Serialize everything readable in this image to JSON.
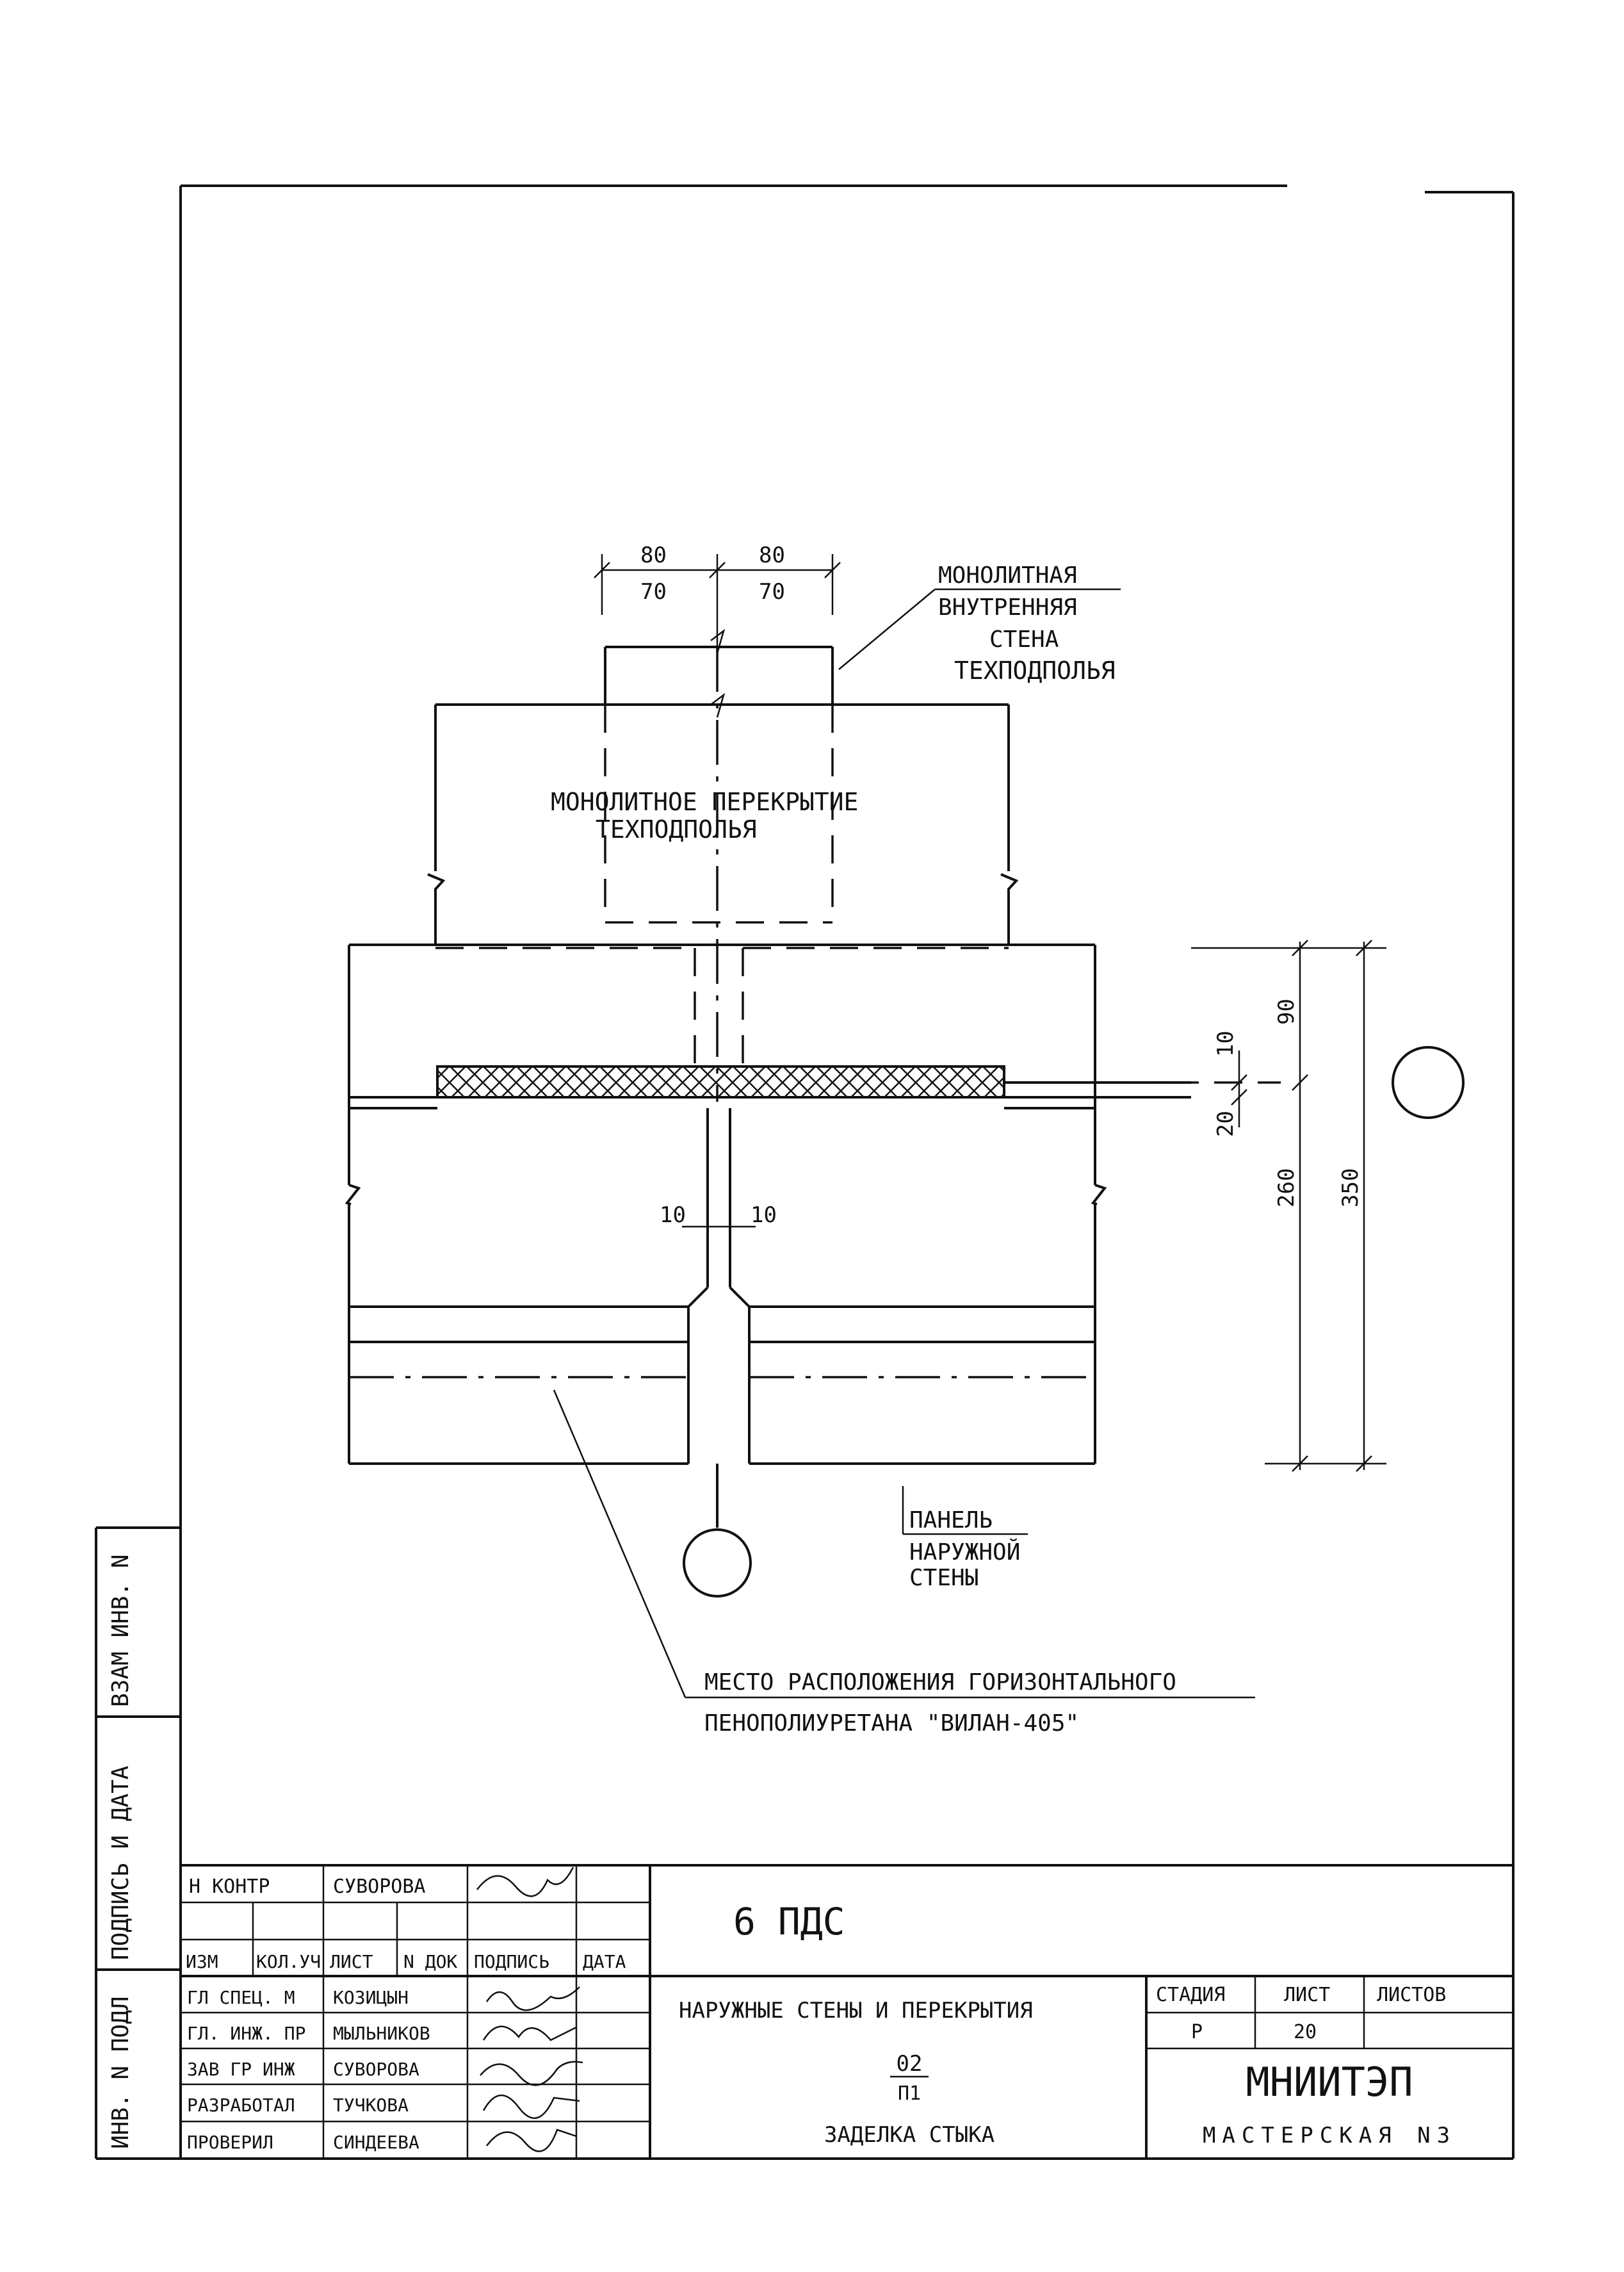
{
  "drawing": {
    "dims_top_upper": [
      "80",
      "80"
    ],
    "dims_top_lower": [
      "70",
      "70"
    ],
    "dims_joint": [
      "10",
      "10"
    ],
    "dims_right": [
      "90",
      "10",
      "20",
      "260",
      "350"
    ],
    "label_wall": [
      "МОНОЛИТНАЯ",
      "ВНУТРЕННЯЯ",
      "СТЕНА",
      "ТЕХПОДПОЛЬЯ"
    ],
    "label_slab": [
      "МОНОЛИТНОЕ ПЕРЕКРЫТИЕ",
      "ТЕХПОДПОЛЬЯ"
    ],
    "label_panel": [
      "ПАНЕЛЬ",
      "НАРУЖНОЙ",
      "СТЕНЫ"
    ],
    "label_foam": [
      "МЕСТО РАСПОЛОЖЕНИЯ ГОРИЗОНТАЛЬНОГО",
      "ПЕНОПОЛИУРЕТАНА \"ВИЛАН-405\""
    ]
  },
  "side_stamp": {
    "vzam": "ВЗАМ ИНВ. N",
    "podpis": "ПОДПИСЬ И ДАТА",
    "inv": "ИНВ. N ПОДЛ"
  },
  "title_block": {
    "n_kontr_label": "Н КОНТР",
    "n_kontr_name": "СУВОРОВА",
    "columns": [
      "ИЗМ",
      "КОЛ.УЧ",
      "ЛИСТ",
      "N ДОК",
      "ПОДПИСЬ",
      "ДАТА"
    ],
    "roles": [
      {
        "role": "ГЛ СПЕЦ. М",
        "name": "КОЗИЦЫН"
      },
      {
        "role": "ГЛ. ИНЖ. ПР",
        "name": "МЫЛЬНИКОВ"
      },
      {
        "role": "ЗАВ ГР ИНЖ",
        "name": "СУВОРОВА"
      },
      {
        "role": "РАЗРАБОТАЛ",
        "name": "ТУЧКОВА"
      },
      {
        "role": "ПРОВЕРИЛ",
        "name": "СИНДЕЕВА"
      }
    ],
    "project": "6 ПДС",
    "section_title": "НАРУЖНЫЕ СТЕНЫ И ПЕРЕКРЫТИЯ",
    "code_num": "02",
    "code_den": "П1",
    "sheet_title": "ЗАДЕЛКА СТЫКА",
    "stage_label": "СТАДИЯ",
    "sheet_label": "ЛИСТ",
    "sheets_label": "ЛИСТОВ",
    "stage": "Р",
    "sheet": "20",
    "org": "МНИИТЭП",
    "workshop": "МАСТЕРСКАЯ N3"
  }
}
